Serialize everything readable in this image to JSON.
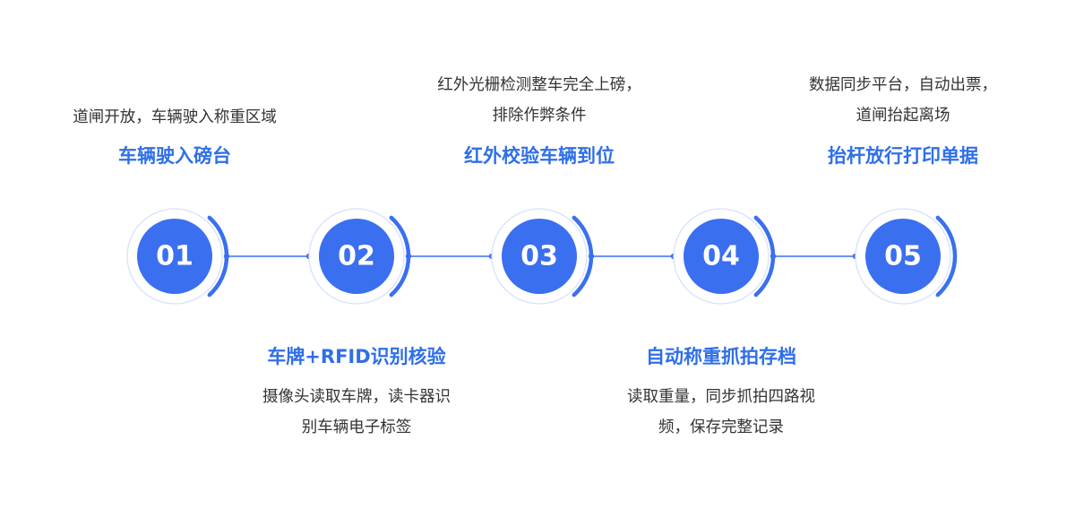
{
  "colors": {
    "accent": "#2f6fe8",
    "circle_fill": "#3a6ff0",
    "connector": "#3a6ff0",
    "ring_light": "#d6e2fb",
    "text_dark": "#333333"
  },
  "steps": [
    {
      "number": "01",
      "title": "车辆驶入磅台",
      "desc_lines": [
        "道闸开放，车辆驶入称重区域"
      ]
    },
    {
      "number": "02",
      "title": "车牌+RFID识别核验",
      "desc_lines": [
        "摄像头读取车牌，读卡器识",
        "别车辆电子标签"
      ]
    },
    {
      "number": "03",
      "title": "红外校验车辆到位",
      "desc_lines": [
        "红外光栅检测整车完全上磅，",
        "排除作弊条件"
      ]
    },
    {
      "number": "04",
      "title": "自动称重抓拍存档",
      "desc_lines": [
        "读取重量，同步抓拍四路视",
        "频，保存完整记录"
      ]
    },
    {
      "number": "05",
      "title": "抬杆放行打印单据",
      "desc_lines": [
        "数据同步平台，自动出票，",
        "道闸抬起离场"
      ]
    }
  ]
}
